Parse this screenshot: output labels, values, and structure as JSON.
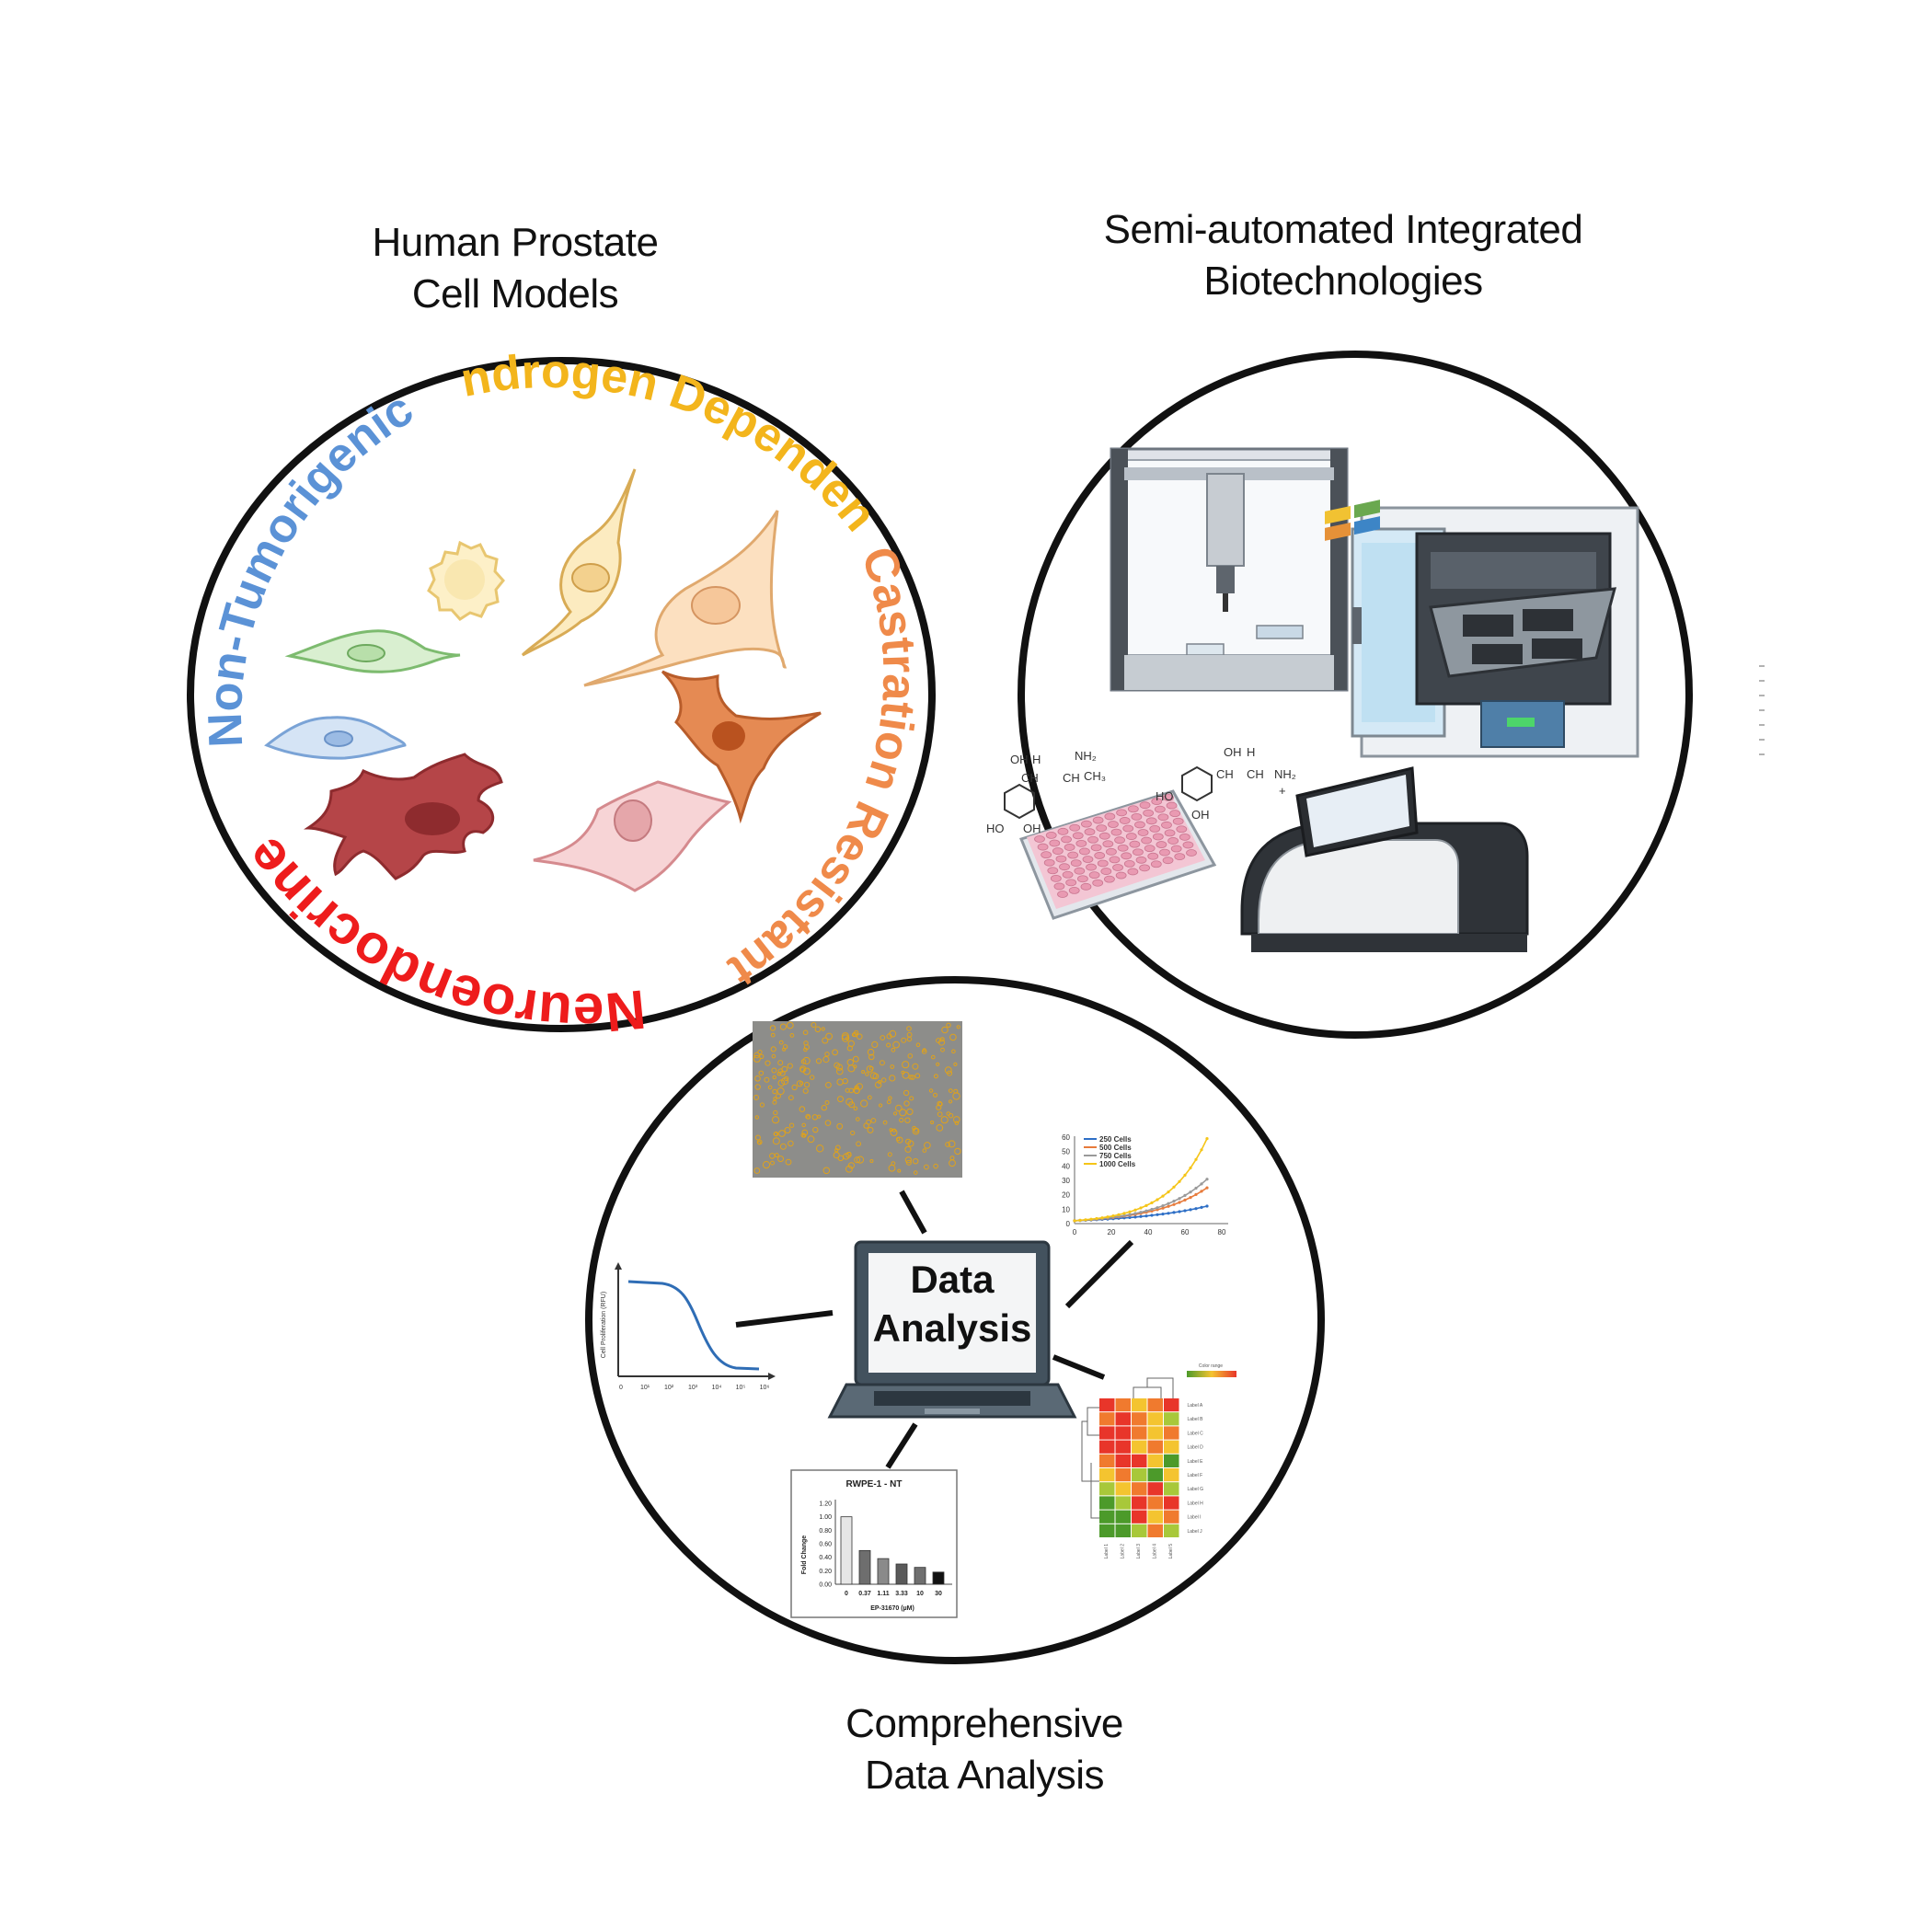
{
  "titles": {
    "cell_models": [
      "Human Prostate",
      "Cell Models"
    ],
    "biotech": [
      "Semi-automated Integrated",
      "Biotechnologies"
    ],
    "analysis": [
      "Comprehensive",
      "Data Analysis"
    ]
  },
  "cell_categories": [
    {
      "label": "Non-Tumorigenic",
      "color": "#5b92d6"
    },
    {
      "label": "Androgen Dependent",
      "color": "#f3b51c"
    },
    {
      "label": "Castration Resistant",
      "color": "#ef8a4a"
    },
    {
      "label": "Neuroendocrine",
      "color": "#ee1c1c"
    }
  ],
  "chem": {
    "oh": "OH",
    "h": "H",
    "ho": "HO",
    "ch": "CH",
    "nh2": "NH₂",
    "ch3": "CH₃",
    "plus": "+"
  },
  "laptop": {
    "label": [
      "Data",
      "Analysis"
    ]
  },
  "growth_chart": {
    "legend": [
      "250 Cells",
      "500 Cells",
      "750 Cells",
      "1000 Cells"
    ],
    "colors": [
      "#2e6fc6",
      "#e77b3c",
      "#9a9a9a",
      "#f5c518"
    ],
    "y_ticks": [
      "60",
      "50",
      "40",
      "30",
      "20",
      "10",
      "0"
    ],
    "x_ticks": [
      "0",
      "20",
      "40",
      "60",
      "80"
    ]
  },
  "dose_curve": {
    "ylabel": "Cell Proliferation (RFU)",
    "x_ticks": [
      "0",
      "10¹",
      "10²",
      "10³",
      "10⁴",
      "10⁵",
      "10⁶"
    ]
  },
  "bar_chart": {
    "title": "RWPE-1 - NT",
    "ylabel": "Fold Change",
    "xlabel": "EP-31670 (µM)",
    "y_ticks": [
      "1.20",
      "1.00",
      "0.80",
      "0.60",
      "0.40",
      "0.20",
      "0.00"
    ],
    "categories": [
      "0",
      "0.37",
      "1.11",
      "3.33",
      "10",
      "30"
    ],
    "values": [
      1.0,
      0.5,
      0.38,
      0.3,
      0.25,
      0.18
    ]
  },
  "heatmap": {
    "legend_label": "Color range",
    "row_labels": [
      "Label A",
      "Label B",
      "Label C",
      "Label D",
      "Label E",
      "Label F",
      "Label G",
      "Label H",
      "Label I",
      "Label J"
    ],
    "col_labels": [
      "Label 1",
      "Label 2",
      "Label 3",
      "Label 4",
      "Label 5"
    ],
    "cells": [
      [
        "#e8352a",
        "#f07a2e",
        "#f4c430",
        "#f07a2e",
        "#e8352a"
      ],
      [
        "#f07a2e",
        "#e8352a",
        "#f07a2e",
        "#f4c430",
        "#a8c83a"
      ],
      [
        "#e8352a",
        "#e8352a",
        "#f07a2e",
        "#f4c430",
        "#f07a2e"
      ],
      [
        "#e8352a",
        "#e8352a",
        "#f4c430",
        "#f07a2e",
        "#f4c430"
      ],
      [
        "#f07a2e",
        "#e8352a",
        "#e8352a",
        "#f4c430",
        "#4c9a2a"
      ],
      [
        "#f4c430",
        "#f07a2e",
        "#a8c83a",
        "#4c9a2a",
        "#f4c430"
      ],
      [
        "#a8c83a",
        "#f4c430",
        "#f07a2e",
        "#e8352a",
        "#a8c83a"
      ],
      [
        "#4c9a2a",
        "#a8c83a",
        "#e8352a",
        "#f07a2e",
        "#e8352a"
      ],
      [
        "#4c9a2a",
        "#4c9a2a",
        "#e8352a",
        "#f4c430",
        "#f07a2e"
      ],
      [
        "#4c9a2a",
        "#4c9a2a",
        "#a8c83a",
        "#f07a2e",
        "#a8c83a"
      ]
    ]
  }
}
